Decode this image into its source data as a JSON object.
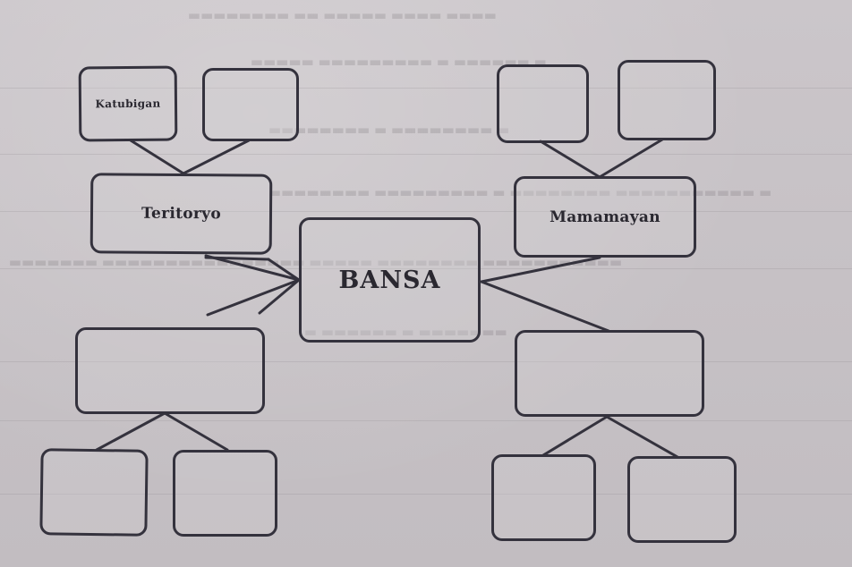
{
  "diagram": {
    "type": "concept-map",
    "center": {
      "label": "BANSA"
    },
    "branches": [
      {
        "id": "top-left",
        "label": "Teritoryo",
        "children": [
          {
            "label": "Katubigan"
          },
          {
            "label": ""
          }
        ]
      },
      {
        "id": "top-right",
        "label": "Mamamayan",
        "children": [
          {
            "label": ""
          },
          {
            "label": ""
          }
        ]
      },
      {
        "id": "bottom-left",
        "label": "",
        "children": [
          {
            "label": ""
          },
          {
            "label": ""
          }
        ]
      },
      {
        "id": "bottom-right",
        "label": "",
        "children": [
          {
            "label": ""
          },
          {
            "label": ""
          }
        ]
      }
    ],
    "colors": {
      "stroke": "#34323d",
      "paper": "#c9c4c8",
      "text": "#2a2830"
    }
  },
  "background_bleed_through": {
    "visible": true,
    "mirrored": true,
    "legible": false
  }
}
